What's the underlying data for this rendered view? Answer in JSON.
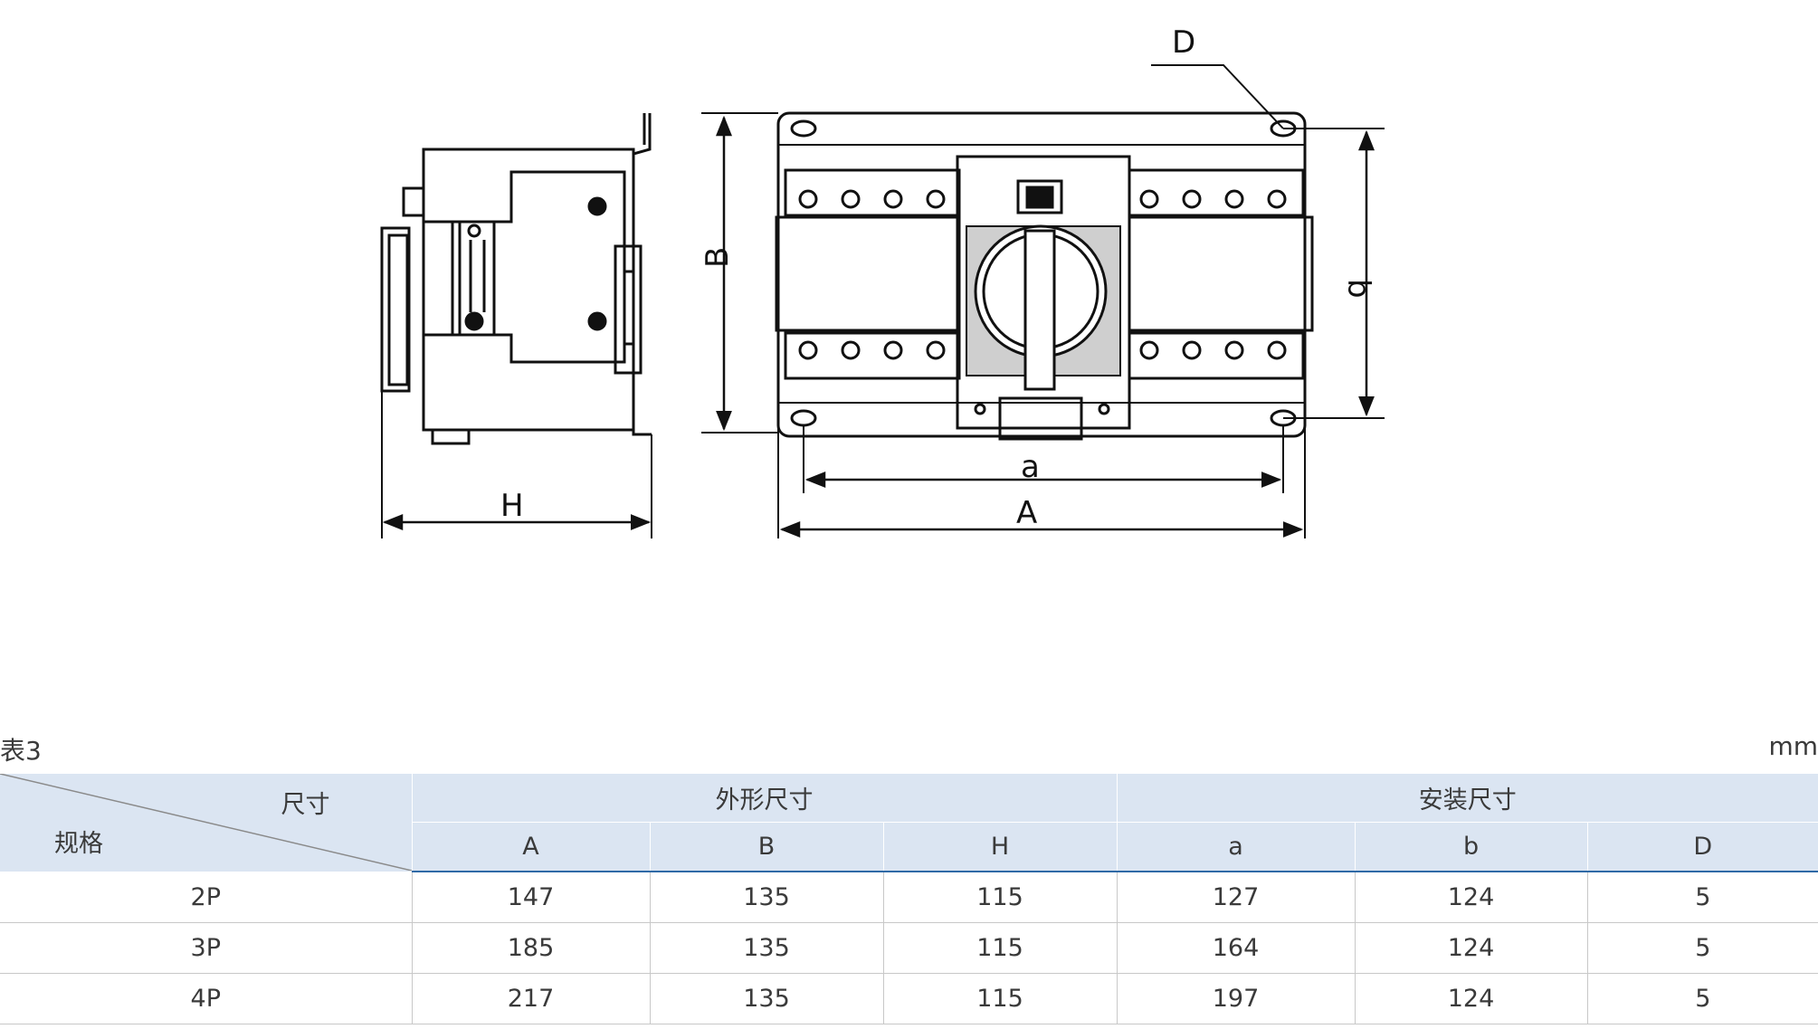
{
  "drawing": {
    "labels": {
      "D": "D",
      "B": "B",
      "b": "b",
      "H": "H",
      "a": "a",
      "A": "A"
    }
  },
  "table": {
    "caption": "表3",
    "unit": "mm",
    "corner_top": "尺寸",
    "corner_bottom": "规格",
    "group_outer": "外形尺寸",
    "group_install": "安装尺寸",
    "columns": [
      "A",
      "B",
      "H",
      "a",
      "b",
      "D"
    ],
    "rows": [
      {
        "spec": "2P",
        "values": [
          "147",
          "135",
          "115",
          "127",
          "124",
          "5"
        ]
      },
      {
        "spec": "3P",
        "values": [
          "185",
          "135",
          "115",
          "164",
          "124",
          "5"
        ]
      },
      {
        "spec": "4P",
        "values": [
          "217",
          "135",
          "115",
          "197",
          "124",
          "5"
        ]
      }
    ]
  },
  "colors": {
    "header_bg": "#dbe5f2",
    "header_rule": "#2f6aa6",
    "line": "#111111"
  }
}
